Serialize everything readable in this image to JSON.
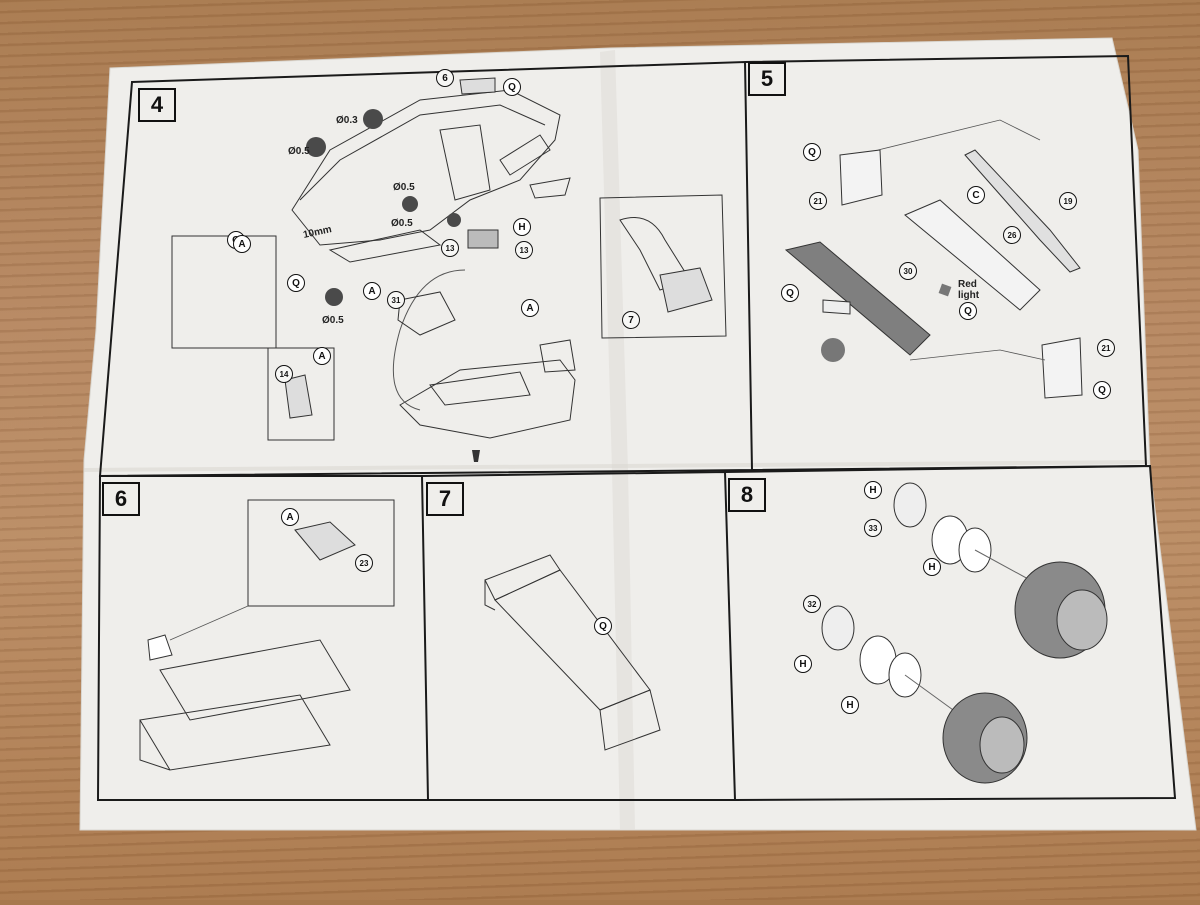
{
  "steps": [
    {
      "number": "4"
    },
    {
      "number": "5"
    },
    {
      "number": "6"
    },
    {
      "number": "7"
    },
    {
      "number": "8"
    }
  ],
  "step4": {
    "callouts": [
      "6",
      "Q",
      "Q",
      "Q",
      "H",
      "13",
      "13",
      "A",
      "A",
      "A",
      "A",
      "7",
      "31",
      "14"
    ],
    "dims": [
      "Ø0.3",
      "Ø0.5",
      "Ø0.5",
      "Ø0.5",
      "Ø0.5",
      "10mm"
    ]
  },
  "step5": {
    "callouts": [
      "Q",
      "21",
      "C",
      "19",
      "26",
      "30",
      "Q",
      "Q",
      "21",
      "Q"
    ],
    "red_light": [
      "Red",
      "light"
    ]
  },
  "step6": {
    "callouts": [
      "A",
      "23"
    ]
  },
  "step7": {
    "callouts": [
      "Q"
    ]
  },
  "step8": {
    "callouts": [
      "H",
      "33",
      "H",
      "32",
      "H",
      "H"
    ]
  },
  "colors": {
    "paper": "#efefed",
    "ink": "#1a1a1a",
    "wood": "#b08259",
    "part_gray": "#7f7f7f"
  }
}
